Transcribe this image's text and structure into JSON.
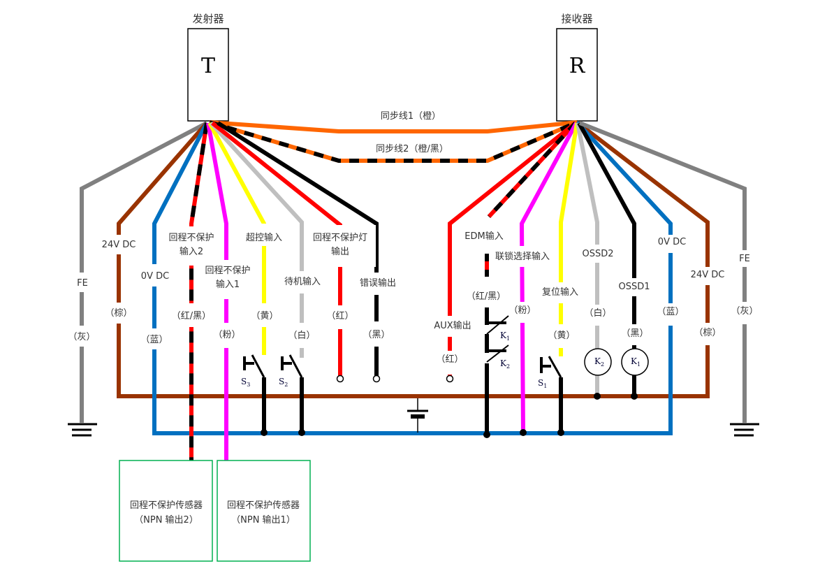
{
  "transmitter": {
    "title": "发射器",
    "letter": "T"
  },
  "receiver": {
    "title": "接收器",
    "letter": "R"
  },
  "sync": {
    "line1": "同步线1（橙）",
    "line2": "同步线2（橙/黑）"
  },
  "colors": {
    "gray": "#808080",
    "brown": "#993300",
    "blue": "#0070C0",
    "red": "#FF0000",
    "black": "#000000",
    "pink": "#FF00FF",
    "yellow": "#FFFF00",
    "white_wire": "#BFBFBF",
    "orange": "#FF6600",
    "sensor_box": "#00B050"
  },
  "transmitter_wires": [
    {
      "name": "FE",
      "color": "（灰）"
    },
    {
      "name": "24V DC",
      "color": "（棕）"
    },
    {
      "name": "0V DC",
      "color": "（蓝）"
    },
    {
      "name_line1": "回程不保护",
      "name_line2": "输入2",
      "color": "（红/黑）"
    },
    {
      "name_line1": "回程不保护",
      "name_line2": "输入1",
      "color": "（粉）"
    },
    {
      "name": "超控输入",
      "color": "（黄）"
    },
    {
      "name": "待机输入",
      "color": "（白）"
    },
    {
      "name_line1": "回程不保护灯",
      "name_line2": "输出",
      "color": "（红）"
    },
    {
      "name": "错误输出",
      "color": "（黑）"
    }
  ],
  "receiver_wires": [
    {
      "name": "AUX输出",
      "color": "（红）"
    },
    {
      "name": "EDM输入",
      "color": "（红/黑）"
    },
    {
      "name": "联锁选择输入",
      "color": "（粉）"
    },
    {
      "name": "复位输入",
      "color": "（黄）"
    },
    {
      "name": "OSSD2",
      "color": "（白）"
    },
    {
      "name": "OSSD1",
      "color": "（黑）"
    },
    {
      "name": "0V DC",
      "color": "（蓝）"
    },
    {
      "name": "24V DC",
      "color": "（棕）"
    },
    {
      "name": "FE",
      "color": "（灰）"
    }
  ],
  "switches": {
    "s1": {
      "letter": "S",
      "sub": "1"
    },
    "s2": {
      "letter": "S",
      "sub": "2"
    },
    "s3": {
      "letter": "S",
      "sub": "3"
    }
  },
  "relays": {
    "k1": {
      "letter": "K",
      "sub": "1"
    },
    "k2": {
      "letter": "K",
      "sub": "2"
    }
  },
  "sensors": [
    {
      "line1": "回程不保护传感器",
      "line2": "（NPN 输出2）"
    },
    {
      "line1": "回程不保护传感器",
      "line2": "（NPN 输出1）"
    }
  ]
}
